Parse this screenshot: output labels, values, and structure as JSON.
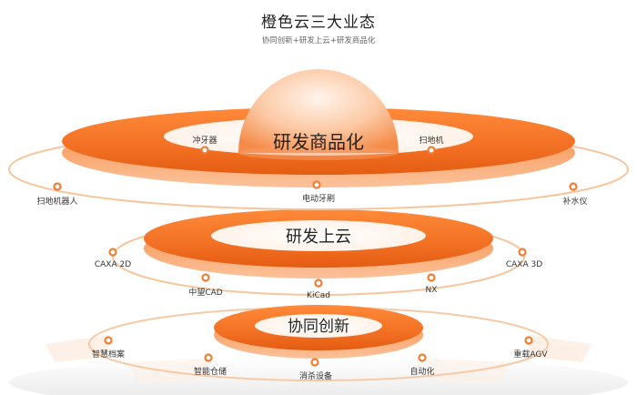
{
  "header": {
    "title": "橙色云三大业态",
    "subtitle": "协同创新+研发上云+研发商品化"
  },
  "tiers": {
    "top": {
      "label": "研发商品化",
      "nodes": [
        "冲牙器",
        "扫地机",
        "扫地机器人",
        "电动牙刷",
        "补水仪"
      ]
    },
    "middle": {
      "label": "研发上云",
      "nodes": [
        "CAXA 2D",
        "CAXA 3D",
        "中望CAD",
        "KiCad",
        "NX"
      ]
    },
    "bottom": {
      "label": "协同创新",
      "nodes": [
        "智慧档案",
        "重载AGV",
        "智能仓储",
        "消杀设备",
        "自动化"
      ]
    }
  },
  "colors": {
    "orange": "#f07a2a",
    "orange_light": "#fbb98a",
    "ring_outline": "#f6c59b",
    "node": "#f27c2f"
  }
}
